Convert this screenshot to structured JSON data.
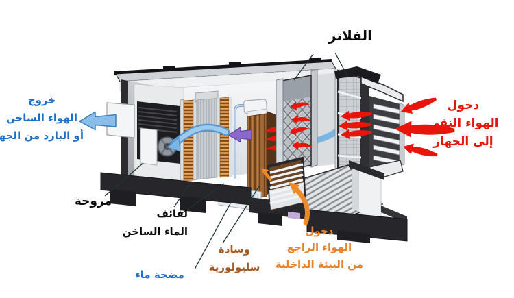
{
  "labels": {
    "filters": "الفلاتر",
    "fresh_air_in": [
      "دخول",
      "الهواء النقي",
      "إلى الجهاز"
    ],
    "air_out": [
      "خروج",
      "الهواء الساخن",
      "أو البارد من الجهاز"
    ],
    "fan": "مروحة",
    "hot_water_coils": [
      "لفائف",
      "الماء الساخن"
    ],
    "cellulose_pad": [
      "وسادة",
      "سليولوزية"
    ],
    "water_pump": "مضخة ماء",
    "return_air_in": [
      "دخول",
      "الهواء الراجع",
      "من البيئة الداخلية"
    ]
  },
  "colors": {
    "fresh_air_red": "#e8150c",
    "exit_air_blue": "#1d6fc8",
    "return_air_orange": "#e8822a",
    "pad_brown": "#a45a22",
    "label_black": "#0b0b0b",
    "flow_arrow_blue": "#7ab6e6",
    "flow_arrow_purple": "#8a68cc",
    "coil_copper": "#c98a50"
  }
}
